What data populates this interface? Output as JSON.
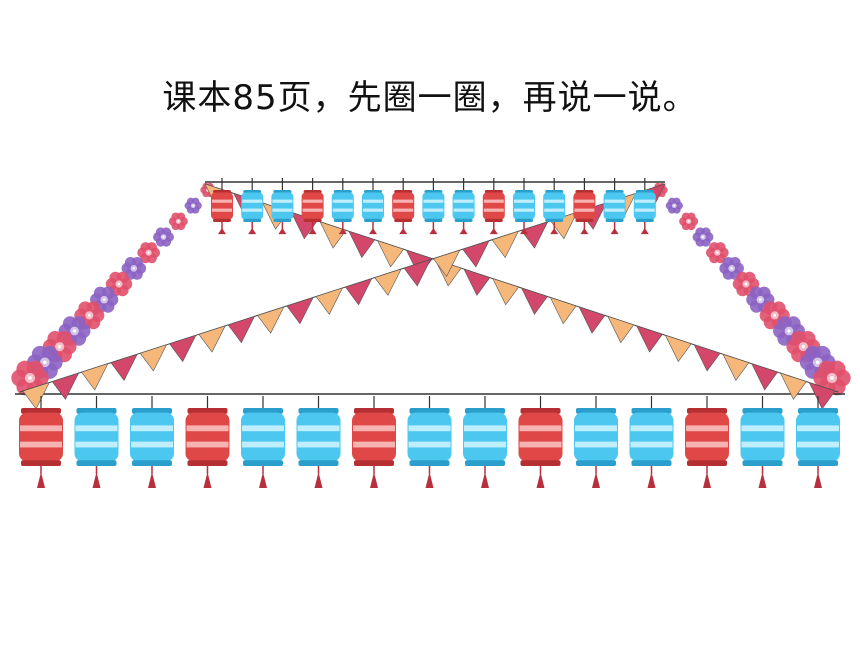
{
  "slide": {
    "title": "课本85页，先圈一圈，再说一说。"
  },
  "illustration": {
    "lantern_colors_top_row": [
      "red",
      "blue",
      "blue",
      "red",
      "blue",
      "blue",
      "red",
      "blue",
      "blue",
      "red",
      "blue",
      "blue",
      "red",
      "blue",
      "blue"
    ],
    "lantern_colors_bottom_row": [
      "red",
      "blue",
      "blue",
      "red",
      "blue",
      "blue",
      "red",
      "blue",
      "blue",
      "red",
      "blue",
      "blue",
      "red",
      "blue",
      "blue"
    ],
    "flag_colors": [
      "#f6b77a",
      "#d2476a"
    ],
    "flower_colors": [
      "#e0506b",
      "#8b63c3"
    ],
    "red_lantern": "#e04848",
    "blue_lantern": "#4cc7ef",
    "tassel": "#b8303d"
  }
}
